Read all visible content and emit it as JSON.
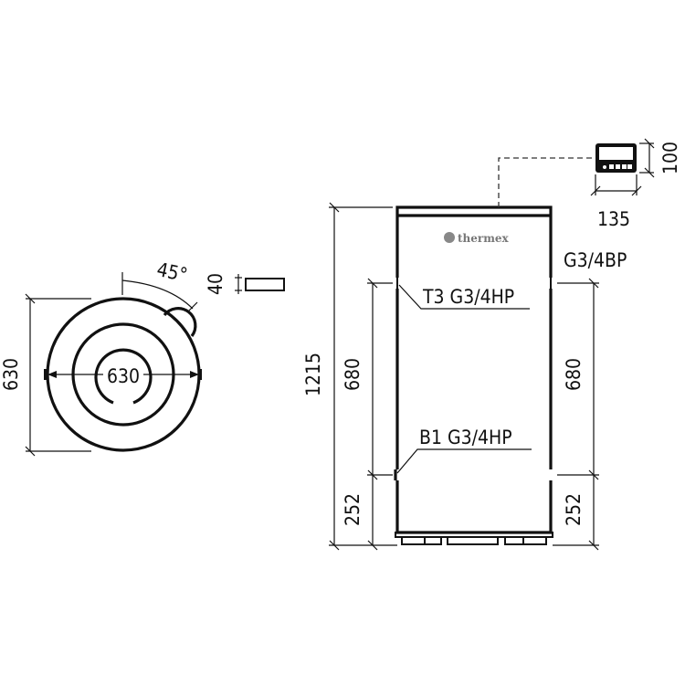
{
  "plan_view": {
    "height_dim": "630",
    "diameter_dim": "630",
    "angle_dim": "45°",
    "bracket_dim": "40"
  },
  "front_view": {
    "logo": "thermex",
    "total_height": "1215",
    "left_connection_spacing": "680",
    "left_bottom_offset": "252",
    "right_connection_spacing": "680",
    "right_bottom_offset": "252",
    "upper_connection_label": "T3 G3/4HP",
    "lower_connection_label": "B1 G3/4HP",
    "right_connection_label": "G3/4BP"
  },
  "controller": {
    "width_dim": "135",
    "height_dim": "100"
  }
}
